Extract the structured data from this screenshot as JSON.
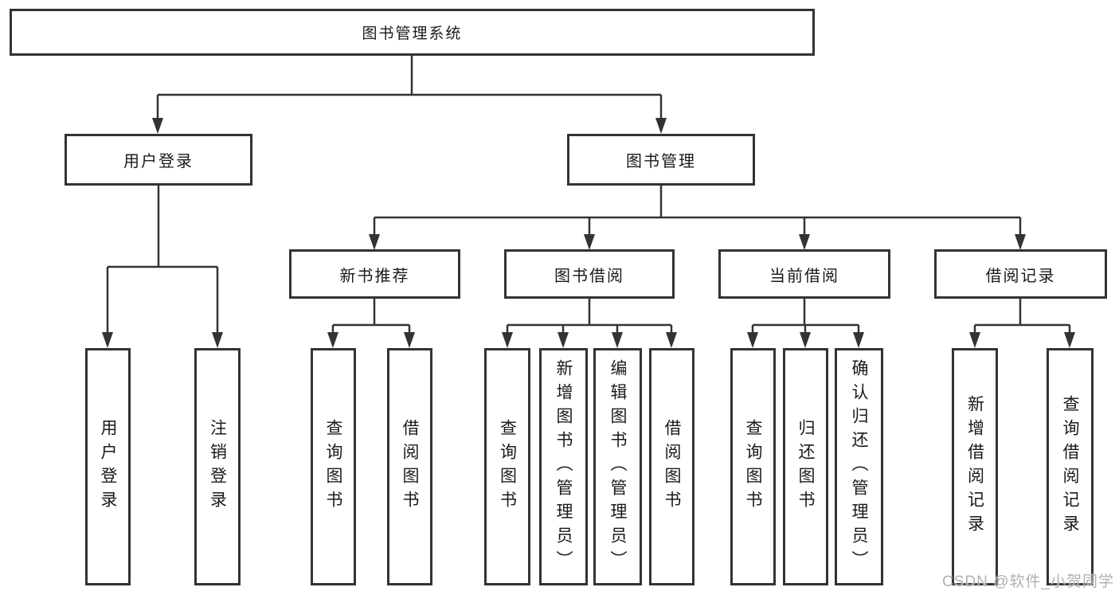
{
  "diagram": {
    "root": {
      "label": "图书管理系统"
    },
    "branches": {
      "user_login": {
        "label": "用户登录",
        "children": [
          {
            "label": "用户登录"
          },
          {
            "label": "注销登录"
          }
        ]
      },
      "book_mgmt": {
        "label": "图书管理",
        "children": [
          {
            "label": "新书推荐",
            "children": [
              {
                "label": "查询图书"
              },
              {
                "label": "借阅图书"
              }
            ]
          },
          {
            "label": "图书借阅",
            "children": [
              {
                "label": "查询图书"
              },
              {
                "label": "新增图书（管理员）"
              },
              {
                "label": "编辑图书（管理员）"
              },
              {
                "label": "借阅图书"
              }
            ]
          },
          {
            "label": "当前借阅",
            "children": [
              {
                "label": "查询图书"
              },
              {
                "label": "归还图书"
              },
              {
                "label": "确认归还（管理员）"
              }
            ]
          },
          {
            "label": "借阅记录",
            "children": [
              {
                "label": "新增借阅记录"
              },
              {
                "label": "查询借阅记录"
              }
            ]
          }
        ]
      }
    }
  },
  "watermark": {
    "text": "CSDN @软件_小贺同学"
  },
  "colors": {
    "line": "#333333",
    "text": "#1a1a1a",
    "background": "#ffffff",
    "watermark": "#b0b0b0"
  }
}
